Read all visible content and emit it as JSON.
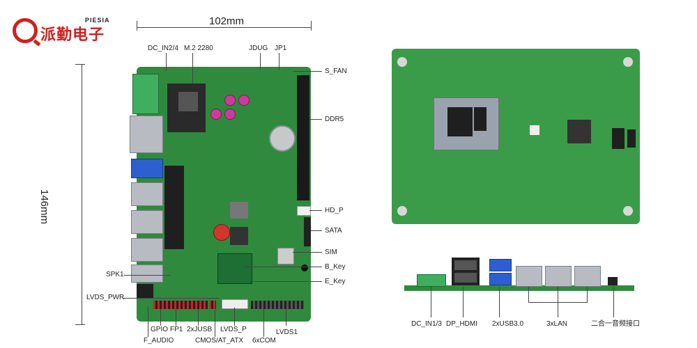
{
  "brand": {
    "name_cn": "派勤电子",
    "name_en": "PIESIA",
    "colors": {
      "primary": "#d21f1f"
    }
  },
  "dimensions": {
    "width_label": "102mm",
    "height_label": "146mm"
  },
  "labels": {
    "dc_in24": "DC_IN2/4",
    "m2_2280": "M.2 2280",
    "jdug": "JDUG",
    "jp1": "JP1",
    "s_fan": "S_FAN",
    "ddr5": "DDR5",
    "hd_p": "HD_P",
    "sata": "SATA",
    "sim": "SIM",
    "b_key": "B_Key",
    "e_key": "E_Key",
    "spk1": "SPK1",
    "lvds_pwr": "LVDS_PWR",
    "gpio": "GPIO",
    "fp1": "FP1",
    "usb2x": "2xJUSB",
    "lvds_p": "LVDS_P",
    "lvds1": "LVDS1",
    "f_audio": "F_AUDIO",
    "cmos": "CMOS/AT_ATX",
    "com6": "6xCOM",
    "dc_in13": "DC_IN1/3",
    "dp_hdmi": "DP_HDMI",
    "usb3": "2xUSB3.0",
    "lan3": "3xLAN",
    "audio_combo": "二合一音频接口"
  }
}
